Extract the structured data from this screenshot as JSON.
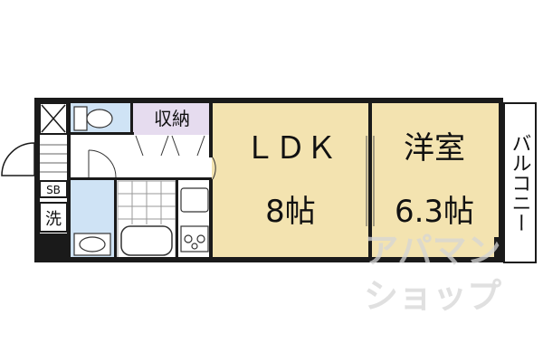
{
  "rooms": {
    "ldk": {
      "name": "ＬＤＫ",
      "size": "8帖"
    },
    "western": {
      "name": "洋室",
      "size": "6.3帖"
    },
    "storage": {
      "name": "収納"
    },
    "balcony": {
      "name": "バルコニー"
    },
    "shoe_box": {
      "name": "SB"
    },
    "washer": {
      "name": "洗"
    }
  },
  "watermark": {
    "line1": "アパマン",
    "line2": "ショップ"
  },
  "colors": {
    "ldk_fill": "#f3e3b0",
    "western_fill": "#f3e3b0",
    "storage_fill": "#e6dcef",
    "bath_fill": "#cfe3f5",
    "wall": "#1a1a1a"
  }
}
